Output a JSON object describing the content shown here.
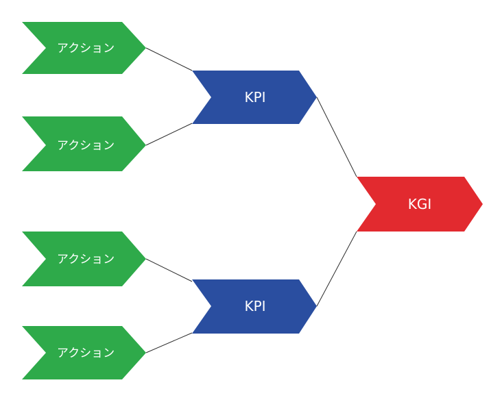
{
  "colors": {
    "action": "#2eaa4a",
    "kpi": "#2a4ea0",
    "kgi": "#e22a2f",
    "connector": "#2b2b2b",
    "text": "#ffffff"
  },
  "nodes": {
    "action_1": {
      "label": "アクション",
      "type": "action"
    },
    "action_2": {
      "label": "アクション",
      "type": "action"
    },
    "action_3": {
      "label": "アクション",
      "type": "action"
    },
    "action_4": {
      "label": "アクション",
      "type": "action"
    },
    "kpi_1": {
      "label": "KPI",
      "type": "kpi"
    },
    "kpi_2": {
      "label": "KPI",
      "type": "kpi"
    },
    "kgi": {
      "label": "KGI",
      "type": "kgi"
    }
  },
  "edges": [
    {
      "from": "action_1",
      "to": "kpi_1"
    },
    {
      "from": "action_2",
      "to": "kpi_1"
    },
    {
      "from": "action_3",
      "to": "kpi_2"
    },
    {
      "from": "action_4",
      "to": "kpi_2"
    },
    {
      "from": "kpi_1",
      "to": "kgi"
    },
    {
      "from": "kpi_2",
      "to": "kgi"
    }
  ]
}
